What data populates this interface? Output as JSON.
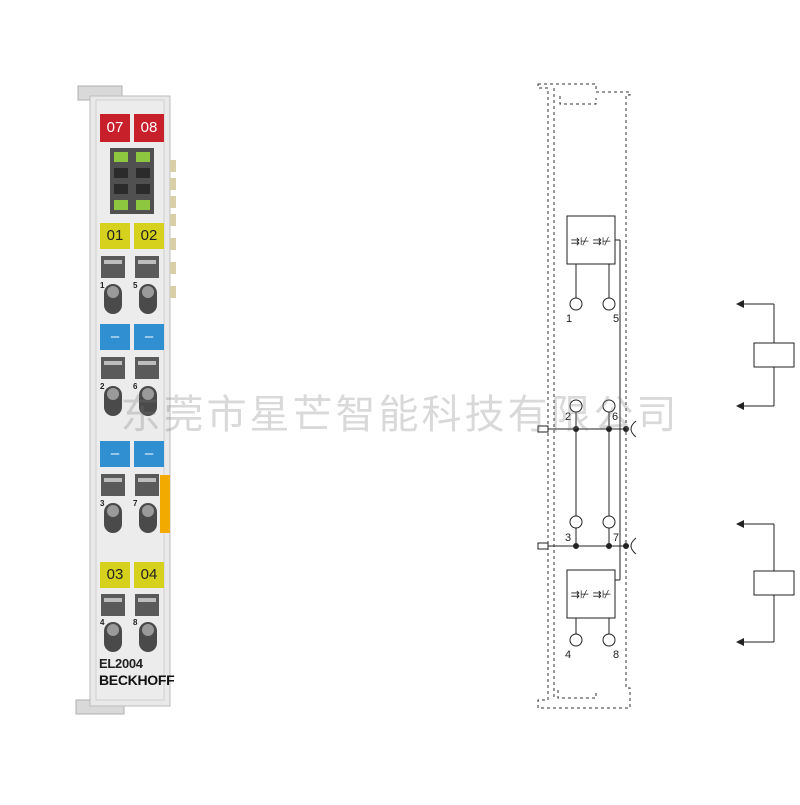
{
  "terminal": {
    "model": "EL2004",
    "brand": "BECKHOFF",
    "top_labels": [
      "07",
      "08"
    ],
    "row1_labels": [
      "01",
      "02"
    ],
    "row2_labels": [
      "–",
      "–"
    ],
    "row3_labels": [
      "–",
      "–"
    ],
    "row4_labels": [
      "03",
      "04"
    ],
    "pin_numbers": [
      "1",
      "5",
      "2",
      "6",
      "3",
      "7",
      "4",
      "8"
    ]
  },
  "schematic": {
    "pins": [
      "1",
      "5",
      "2",
      "6",
      "3",
      "7",
      "4",
      "8"
    ]
  },
  "watermark": "东莞市星芒智能科技有限公司",
  "colors": {
    "red": "#c8202a",
    "yellow": "#d6d11c",
    "blue": "#2f8fd0",
    "green": "#8dc63f",
    "orange": "#f2a900",
    "body": "#e6e6e6"
  }
}
